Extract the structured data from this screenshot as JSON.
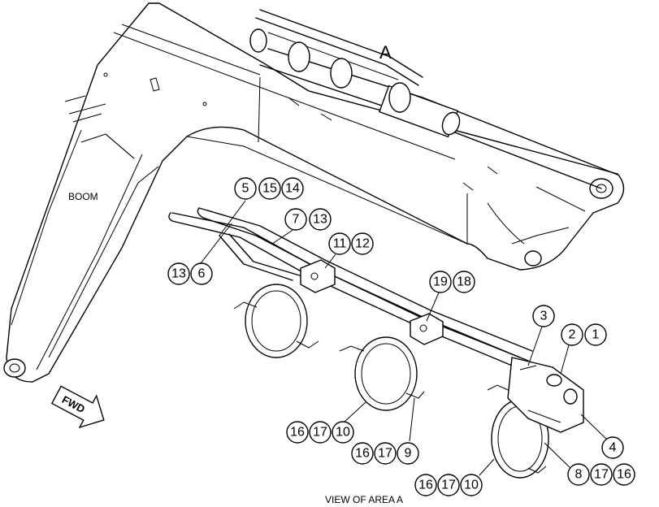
{
  "labels": {
    "area_letter": "A",
    "boom": "BOOM",
    "fwd": "FWD",
    "view_title": "VIEW OF AREA A"
  },
  "callouts": {
    "c5": "5",
    "c15a": "15",
    "c14": "14",
    "c7": "7",
    "c13a": "13",
    "c11": "11",
    "c12": "12",
    "c13b": "13",
    "c6": "6",
    "c19": "19",
    "c18": "18",
    "c3": "3",
    "c2": "2",
    "c1": "1",
    "c4": "4",
    "c16a": "16",
    "c17a": "17",
    "c10a": "10",
    "c16b": "16",
    "c17b": "17",
    "c9": "9",
    "c16c": "16",
    "c17c": "17",
    "c10b": "10",
    "c8": "8",
    "c17d": "17",
    "c16d": "16"
  }
}
